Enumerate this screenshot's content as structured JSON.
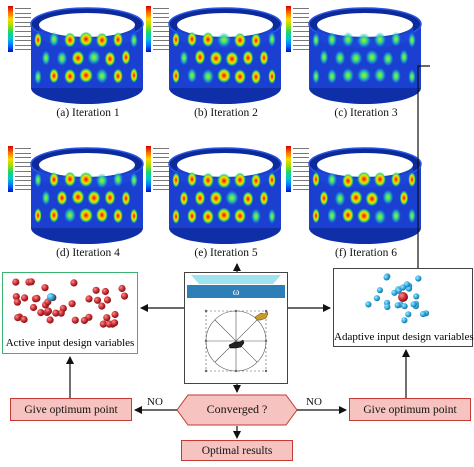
{
  "iterations": [
    {
      "caption": "(a) Iteration 1"
    },
    {
      "caption": "(b) Iteration 2"
    },
    {
      "caption": "(c) Iteration 3"
    },
    {
      "caption": "(d) Iteration 4"
    },
    {
      "caption": "(e) Iteration 5"
    },
    {
      "caption": "(f) Iteration 6"
    }
  ],
  "center_panel": {
    "omega_label": "ω"
  },
  "boxes": {
    "active_label": "Active input design variables",
    "adaptive_label": "Adaptive input design variables",
    "left_optimum": "Give optimum point",
    "right_optimum": "Give optimum point",
    "converged": "Converged ?",
    "optimal": "Optimal results"
  },
  "edges": {
    "no_left": "NO",
    "no_right": "NO"
  },
  "colors": {
    "box_fill": "#f7c3c0",
    "box_border": "#c23a33",
    "active_border": "#3cb371",
    "cylinder_base": "#1a3fd1",
    "particle_red": "#c0272d",
    "particle_blue": "#2aa7d9"
  }
}
